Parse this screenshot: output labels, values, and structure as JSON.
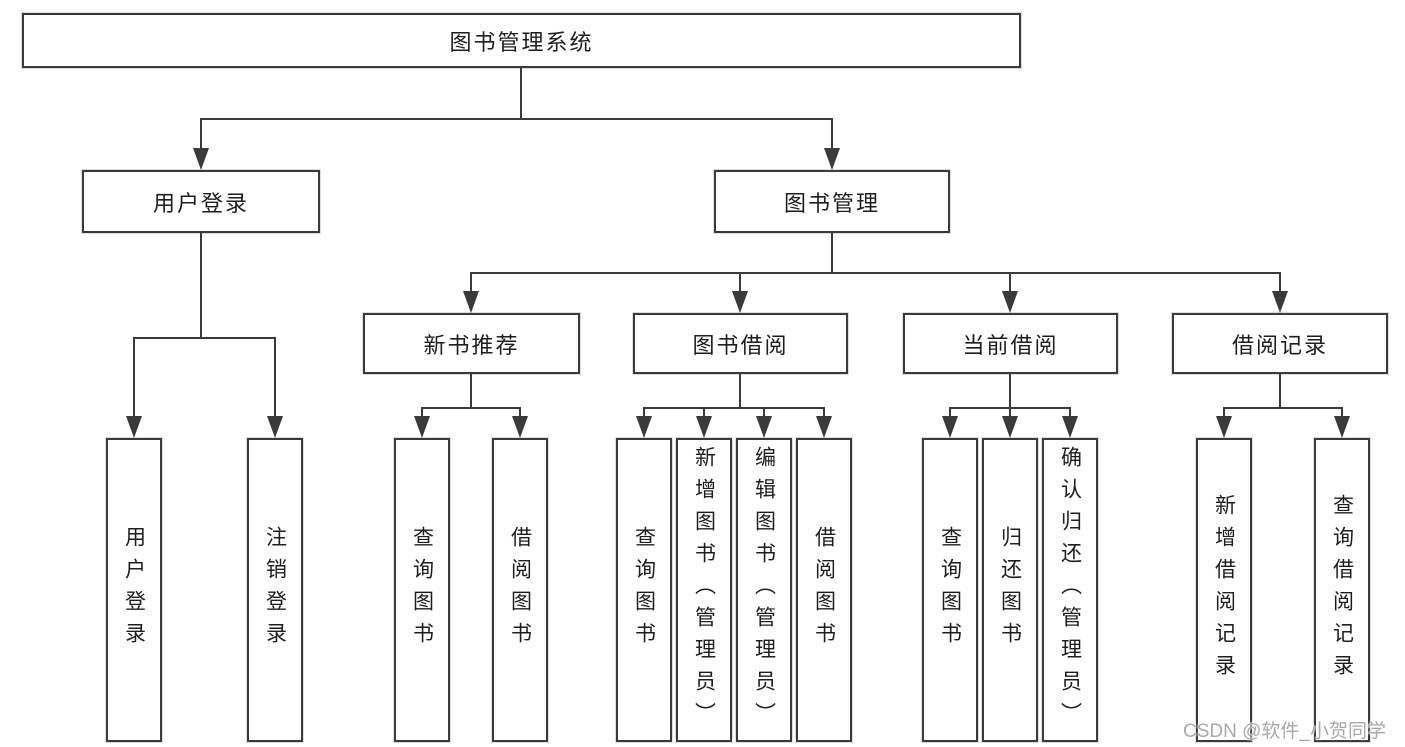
{
  "tree": {
    "label": "图书管理系统",
    "children": [
      {
        "label": "用户登录",
        "children": [
          {
            "label": "用户登录"
          },
          {
            "label": "注销登录"
          }
        ]
      },
      {
        "label": "图书管理",
        "children": [
          {
            "label": "新书推荐",
            "children": [
              {
                "label": "查询图书"
              },
              {
                "label": "借阅图书"
              }
            ]
          },
          {
            "label": "图书借阅",
            "children": [
              {
                "label": "查询图书"
              },
              {
                "label": "新增图书（管理员）"
              },
              {
                "label": "编辑图书（管理员）"
              },
              {
                "label": "借阅图书"
              }
            ]
          },
          {
            "label": "当前借阅",
            "children": [
              {
                "label": "查询图书"
              },
              {
                "label": "归还图书"
              },
              {
                "label": "确认归还（管理员）"
              }
            ]
          },
          {
            "label": "借阅记录",
            "children": [
              {
                "label": "新增借阅记录"
              },
              {
                "label": "查询借阅记录"
              }
            ]
          }
        ]
      }
    ]
  },
  "watermark": {
    "text": "CSDN @软件_小贺同学"
  },
  "colors": {
    "line": "#3a3a3a",
    "box_border": "#3a3a3a",
    "text": "#1e1e1e",
    "watermark_text": "#a9a9a9",
    "background": "#ffffff"
  }
}
